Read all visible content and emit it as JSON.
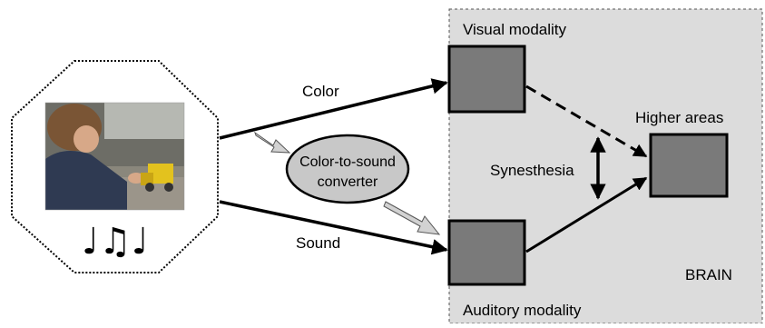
{
  "labels": {
    "color": "Color",
    "sound": "Sound",
    "converter_line1": "Color-to-sound",
    "converter_line2": "converter",
    "visual_modality": "Visual modality",
    "auditory_modality": "Auditory modality",
    "higher_areas": "Higher areas",
    "synesthesia": "Synesthesia",
    "brain": "BRAIN"
  },
  "music_notes": "♩♫♩",
  "colors": {
    "brain_bg": "#dcdcdc",
    "module_fill": "#7a7a7a",
    "converter_fill": "#c8c8c8",
    "hollow_arrow_fill": "#d2d2d2",
    "photo_wall": "#6d6d66",
    "photo_sweater": "#2f3a52",
    "toy_yellow": "#e3c21e"
  },
  "photo": {
    "description_icon": "photo-of-child-with-toy-truck"
  }
}
